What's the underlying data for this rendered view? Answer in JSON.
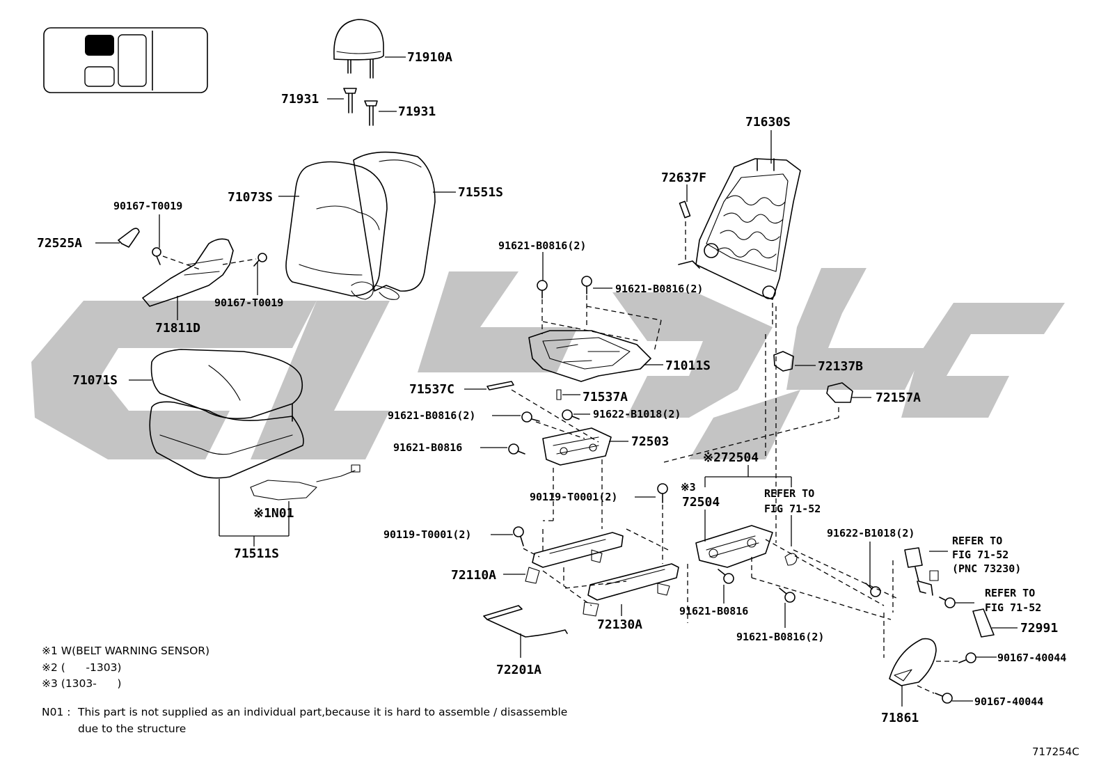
{
  "diagram": {
    "figure_code": "717254C",
    "part_labels": {
      "p71910A": "71910A",
      "p71931a": "71931",
      "p71931b": "71931",
      "p71630S": "71630S",
      "p72637F": "72637F",
      "p71073S": "71073S",
      "p71551S": "71551S",
      "p90167T0019a": "90167-T0019",
      "p72525A": "72525A",
      "p90167T0019b": "90167-T0019",
      "p71811D": "71811D",
      "p91621B0816_2a": "91621-B0816(2)",
      "p91621B0816_2b": "91621-B0816(2)",
      "p71011S": "71011S",
      "p72137B": "72137B",
      "p72157A": "72157A",
      "p71071S": "71071S",
      "p71537C": "71537C",
      "p71537A": "71537A",
      "p91621B0816_2c": "91621-B0816(2)",
      "p91622B1018_2a": "91622-B1018(2)",
      "p91621B0816a": "91621-B0816",
      "p72503": "72503",
      "p72504x2": "※272504",
      "p72504x3mark": "※3",
      "p72504": "72504",
      "refer1a": "REFER TO",
      "refer1b": "FIG 71-52",
      "pN01": "※1N01",
      "p90119T0001_2a": "90119-T0001(2)",
      "p71511S": "71511S",
      "p90119T0001_2b": "90119-T0001(2)",
      "p91622B1018_2b": "91622-B1018(2)",
      "refer2a": "REFER TO",
      "refer2b": "FIG 71-52",
      "refer2c": "(PNC 73230)",
      "p72110A": "72110A",
      "refer3a": "REFER TO",
      "refer3b": "FIG 71-52",
      "p91621B0816b": "91621-B0816",
      "p72991": "72991",
      "p72130A": "72130A",
      "p91621B0816_2d": "91621-B0816(2)",
      "p9016740044a": "90167-40044",
      "p72201A": "72201A",
      "p9016740044b": "90167-40044",
      "p71861": "71861"
    }
  },
  "notes": {
    "n1": "※1 W(BELT WARNING SENSOR)",
    "n2": "※2 (      -1303)",
    "n3": "※3 (1303-      )",
    "n01_label": "N01 :",
    "n01_line1": "This part is not supplied as an individual part,because it is hard to assemble / disassemble",
    "n01_line2": "due to the structure"
  },
  "colors": {
    "watermark": "#c4c4c4",
    "line": "#000000",
    "selected_seat": "#000000"
  }
}
